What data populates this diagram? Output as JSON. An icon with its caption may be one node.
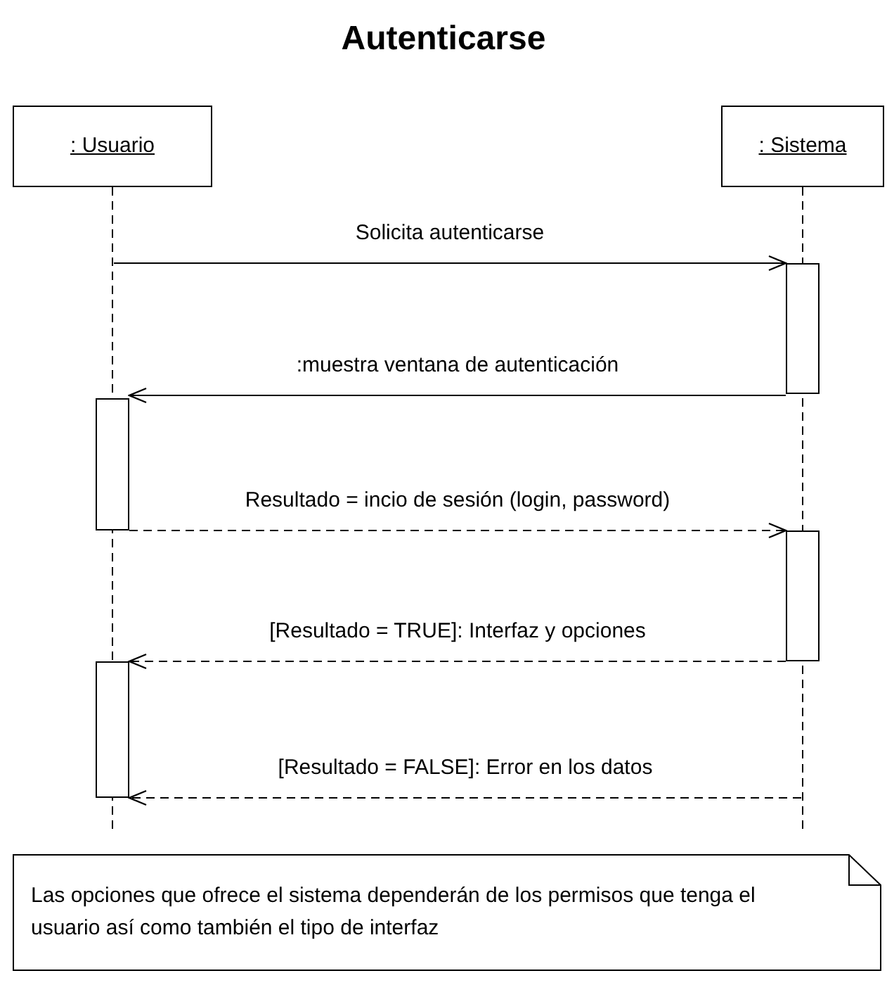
{
  "diagram": {
    "title": "Autenticarse",
    "nodes": [
      {
        "text": [
          ": Usuario"
        ]
      },
      {
        "text": [
          ": Sistema"
        ]
      },
      {
        "text": [],
        "shape": "bar",
        "in": 1
      },
      {
        "text": [],
        "shape": "bar",
        "in": 0
      },
      {
        "text": [],
        "shape": "bar",
        "in": 1
      },
      {
        "text": [],
        "shape": "bar",
        "in": 0
      },
      {
        "text": [
          "Las opciones que ofrece el sistema dependerán de los permisos que tenga el usuario así como también el tipo de interfaz"
        ]
      }
    ],
    "edges": [
      {
        "from": 0,
        "to": 2,
        "arrow": "to",
        "label": "Solicita autenticarse"
      },
      {
        "from": 2,
        "to": 3,
        "arrow": "to",
        "label": ":muestra ventana de autenticación"
      },
      {
        "from": 3,
        "to": 4,
        "arrow": "to",
        "label": "Resultado = incio de sesión (login, password)",
        "style": "dashed"
      },
      {
        "from": 4,
        "to": 5,
        "arrow": "to",
        "label": "[Resultado = TRUE]: Interfaz y opciones",
        "style": "dashed"
      },
      {
        "from": 1,
        "to": 5,
        "arrow": "to",
        "label": "[Resultado = FALSE]: Error en los datos",
        "style": "dashed"
      }
    ]
  }
}
